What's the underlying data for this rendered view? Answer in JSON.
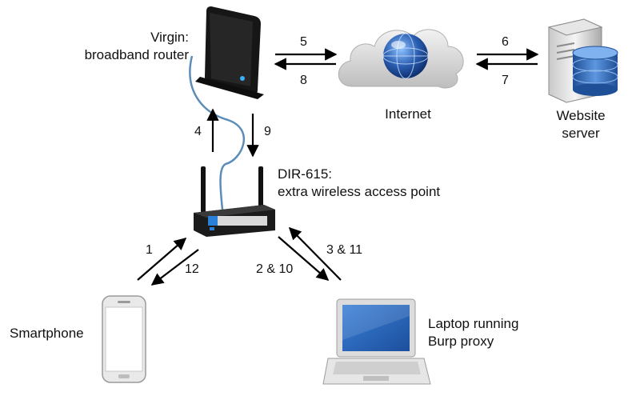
{
  "nodes": {
    "router": {
      "line1": "Virgin:",
      "line2": "broadband router"
    },
    "internet": {
      "label": "Internet"
    },
    "server": {
      "line1": "Website",
      "line2": "server"
    },
    "access_point": {
      "line1": "DIR-615:",
      "line2": "extra wireless access point"
    },
    "smartphone": {
      "label": "Smartphone"
    },
    "laptop": {
      "line1": "Laptop running",
      "line2": "Burp proxy"
    }
  },
  "arrows": {
    "a1": "1",
    "a2": "2 & 10",
    "a3": "3 & 11",
    "a4": "4",
    "a5": "5",
    "a6": "6",
    "a7": "7",
    "a8": "8",
    "a9": "9",
    "a12": "12"
  },
  "colors": {
    "cable": "#5b8db8",
    "router_body": "#1a1a1a",
    "access_point_accent": "#2a7fd6",
    "cloud": "#d6d6d6",
    "globe": "#2a5db0",
    "server_disk": "#3a6fb8"
  }
}
